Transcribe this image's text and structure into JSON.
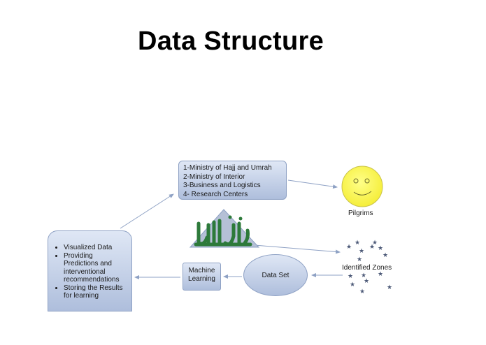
{
  "title": "Data Structure",
  "ministry_box": {
    "lines": [
      "1-Ministry of Hajj and Umrah",
      "2-Ministry of Interior",
      "3-Business and Logistics",
      "4- Research Centers"
    ]
  },
  "pilgrims": {
    "label": "Pilgrims",
    "icon": "smiley-face-icon"
  },
  "zones": {
    "label": "Identified Zones",
    "icon": "stars-cluster-icon"
  },
  "dataset": {
    "label": "Data Set"
  },
  "ml": {
    "line1": "Machine",
    "line2": "Learning"
  },
  "results": {
    "items": [
      "Visualized Data",
      "Providing Predictions and interventional recommendations",
      "Storing the Results for learning"
    ]
  },
  "logo": {
    "icon": "arabic-calligraphy-logo-icon"
  },
  "colors": {
    "box_top": "#dfe7f5",
    "box_bottom": "#aebedc",
    "box_border": "#8ea1c4",
    "arrow": "#8ea1c4",
    "smiley": "#ffff66",
    "logo_green": "#2d7a3a",
    "triangle": "#a7b4cc"
  }
}
